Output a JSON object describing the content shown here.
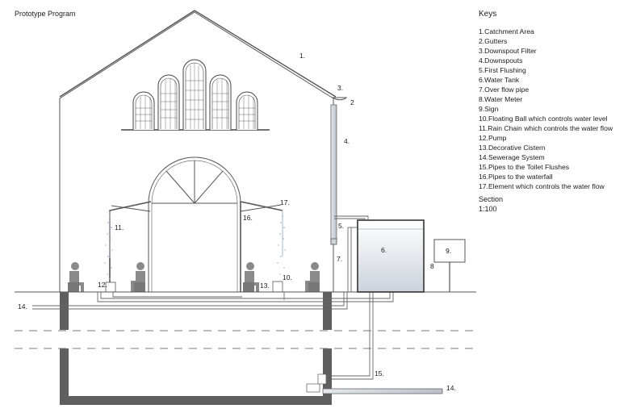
{
  "title": "Prototype Program",
  "keys": {
    "title": "Keys",
    "items": [
      "1.Catchment Area",
      "2.Gutters",
      "3.Downspout Filter",
      "4.Downspouts",
      "5.First Flushing",
      "6.Water Tank",
      "7.Over flow pipe",
      "8.Water Meter",
      "9.Sign",
      "10.Floating Ball which controls water level",
      "11.Rain Chain which controls the water flow",
      "12.Pump",
      "13.Decorative Cistern",
      "14.Sewerage System",
      "15.Pipes to the Toilet Flushes",
      "16.Pipes to the waterfall",
      "17.Element which controls the water flow"
    ],
    "section_label": "Section",
    "scale": "1:100"
  },
  "callouts": {
    "c1": "1.",
    "c2": "2",
    "c3": "3.",
    "c4": "4.",
    "c5": "5.",
    "c6": "6.",
    "c7": "7.",
    "c8": "8",
    "c9": "9.",
    "c10": "10.",
    "c11": "11.",
    "c12": "12.",
    "c13": "13.",
    "c14a": "14.",
    "c14b": "14.",
    "c15": "15.",
    "c16": "16.",
    "c17": "17."
  },
  "colors": {
    "line": "#555555",
    "wall_dark": "#5f5f5f",
    "tank_fill": "#d7dbe2",
    "figure": "#8a8a8a"
  }
}
